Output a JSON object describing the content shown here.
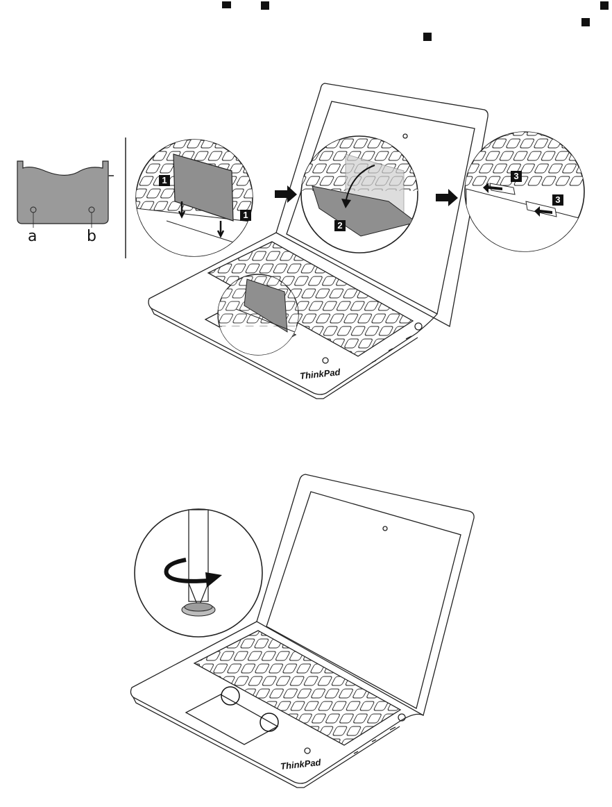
{
  "top_markers": [
    "",
    "",
    "",
    "",
    ""
  ],
  "bracket": {
    "label_a": "a",
    "label_b": "b"
  },
  "steps": {
    "step1a": "1",
    "step1b": "1",
    "step2": "2",
    "step3a": "3",
    "step3b": "3"
  },
  "brand_top": "ThinkPad",
  "brand_bottom": "ThinkPad",
  "colors": {
    "ink": "#111111",
    "bracket_fill": "#9a9a9a",
    "screen_frame": "#333333"
  }
}
